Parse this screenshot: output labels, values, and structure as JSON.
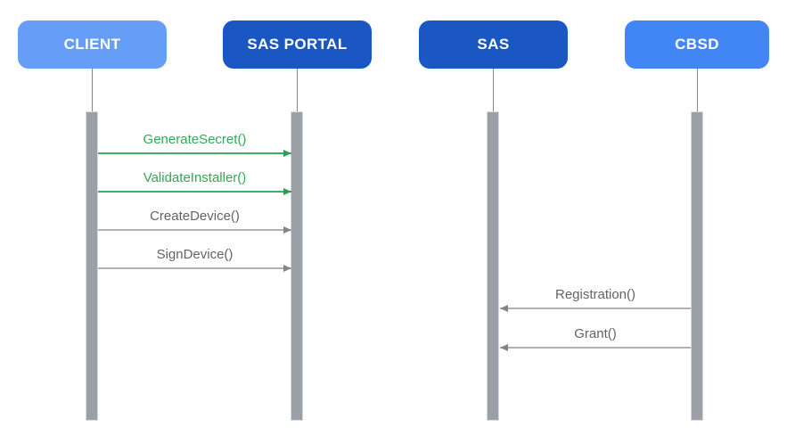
{
  "diagram": {
    "type": "sequence-diagram",
    "actors": [
      {
        "id": "client",
        "label": "CLIENT",
        "color": "#669df6"
      },
      {
        "id": "sas-portal",
        "label": "SAS PORTAL",
        "color": "#1a57c2"
      },
      {
        "id": "sas",
        "label": "SAS",
        "color": "#1a57c2"
      },
      {
        "id": "cbsd",
        "label": "CBSD",
        "color": "#4285f4"
      }
    ],
    "messages": [
      {
        "label": "GenerateSecret()",
        "from": "CLIENT",
        "to": "SAS PORTAL",
        "direction": "right",
        "text_color": "#34a853",
        "line_color": "#3fae60",
        "head_color": "#2f9e51"
      },
      {
        "label": "ValidateInstaller()",
        "from": "CLIENT",
        "to": "SAS PORTAL",
        "direction": "right",
        "text_color": "#34a853",
        "line_color": "#3fae60",
        "head_color": "#2f9e51"
      },
      {
        "label": "CreateDevice()",
        "from": "CLIENT",
        "to": "SAS PORTAL",
        "direction": "right",
        "text_color": "#5f6368",
        "line_color": "#aeb2b7",
        "head_color": "#80868b"
      },
      {
        "label": "SignDevice()",
        "from": "CLIENT",
        "to": "SAS PORTAL",
        "direction": "right",
        "text_color": "#5f6368",
        "line_color": "#aeb2b7",
        "head_color": "#80868b"
      },
      {
        "label": "Registration()",
        "from": "CBSD",
        "to": "SAS",
        "direction": "left",
        "text_color": "#5f6368",
        "line_color": "#aeb2b7",
        "head_color": "#80868b"
      },
      {
        "label": "Grant()",
        "from": "CBSD",
        "to": "SAS",
        "direction": "left",
        "text_color": "#5f6368",
        "line_color": "#aeb2b7",
        "head_color": "#80868b"
      }
    ],
    "colors": {
      "background": "#ffffff",
      "actor_light_blue": "#669df6",
      "actor_dark_blue": "#1a57c2",
      "actor_medium_blue": "#4285f4",
      "activation_bar": "#9aa0a6",
      "lifeline": "#80868b",
      "green_accent": "#34a853",
      "gray_text": "#5f6368"
    }
  }
}
